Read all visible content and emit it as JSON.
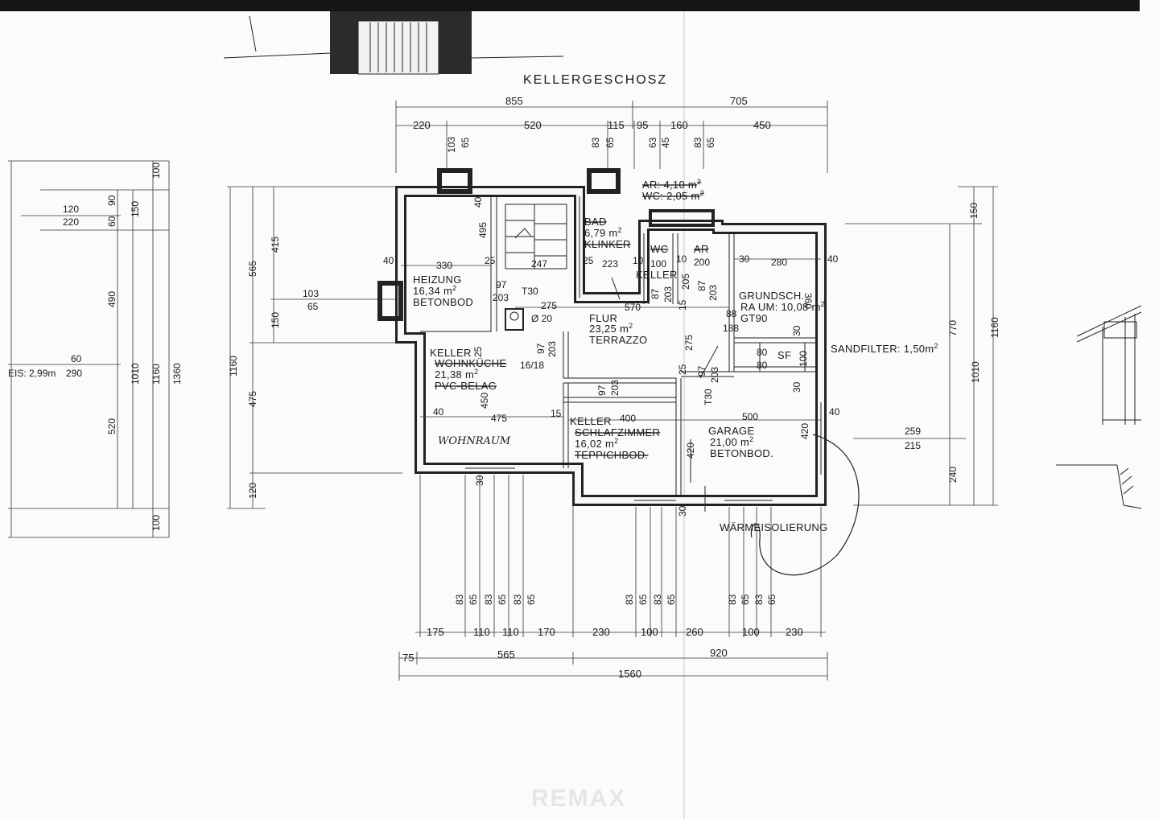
{
  "title": "KELLERGESCHOSZ",
  "watermark": "REMAX",
  "rooms": {
    "heizung": {
      "name": "HEIZUNG",
      "area": "16,34 m",
      "exp": "2",
      "floor": "BETONBOD"
    },
    "bad": {
      "name": "BAD",
      "area": "6,79 m",
      "exp": "2",
      "floor": "KLINKER"
    },
    "wc": {
      "name": "WC"
    },
    "ar": {
      "name": "AR"
    },
    "keller_small": {
      "name": "KELLER"
    },
    "ar_wc_area": {
      "line1": "AR: 4,10 m",
      "line2": "WC: 2,05 m",
      "exp": "2"
    },
    "grundsch": {
      "name": "GRUNDSCH.",
      "line2": "RA UM: 10,08 m",
      "exp": "2",
      "line3": "GT90"
    },
    "flur": {
      "name": "FLUR",
      "area": "23,25 m",
      "exp": "2",
      "floor": "TERRAZZO"
    },
    "wohnkueche": {
      "name1": "KELLER",
      "name2": "WOHNKÜCHE",
      "area": "21,38 m",
      "exp": "2",
      "floor": "PVC-BELAG",
      "hand": "WOHNRAUM"
    },
    "schlafzimmer": {
      "name1": "KELLER",
      "name2": "SCHLAFZIMMER",
      "area": "16,02 m",
      "exp": "2",
      "floor": "TEPPICHBOD."
    },
    "garage": {
      "name": "GARAGE",
      "area": "21,00 m",
      "exp": "2",
      "floor": "BETONBOD."
    },
    "sandfilter": {
      "label": "SANDFILTER: 1,50m",
      "exp": "2",
      "sf": "SF"
    },
    "waermeisolierung": "WÄRMEISOLIERUNG",
    "eis": "EIS: 2,99m"
  },
  "labels": {
    "d330": "330",
    "d40a": "40",
    "d25a": "25",
    "d495": "495",
    "d40b": "40",
    "d247": "247",
    "d25b": "25",
    "d223": "223",
    "d10a": "10",
    "d100": "100",
    "d10b": "10",
    "d200": "200",
    "d30a": "30",
    "d280": "280",
    "d40c": "40",
    "d360": "360",
    "dt30": "T30",
    "d97a": "97",
    "d203a": "203",
    "d275a": "275",
    "d570": "570",
    "d15a": "15",
    "d87a": "87",
    "d203b": "203",
    "d205": "205",
    "d87b": "87",
    "d203c": "203",
    "d88": "88",
    "d188": "188",
    "d020": "Ø 20",
    "d97b": "97",
    "d203d": "203",
    "d1618": "16/18",
    "d275b": "275",
    "d25c": "25",
    "d97c": "97",
    "d203e": "203",
    "dt30b": "T30",
    "d30b": "30",
    "d80a": "80",
    "d80b": "80",
    "d100b": "100",
    "d30c": "30",
    "d450": "450",
    "d25d": "25",
    "d40d": "40",
    "d475": "475",
    "d15b": "15",
    "d97d": "97",
    "d203f": "203",
    "d400": "400",
    "d500": "500",
    "d420a": "420",
    "d420b": "420",
    "d40e": "40",
    "d30d": "30",
    "d30e": "30",
    "d103": "103",
    "d65": "65"
  },
  "dims_top": {
    "total_left": "855",
    "total_right": "705",
    "row2": [
      "220",
      "520",
      "115",
      "95",
      "160",
      "450"
    ],
    "vert": [
      "103",
      "65",
      "83",
      "65",
      "63",
      "45",
      "83",
      "65"
    ]
  },
  "dims_bottom": {
    "row1": [
      "175",
      "110",
      "110",
      "170",
      "230",
      "100",
      "260",
      "100",
      "230"
    ],
    "row2": [
      "75",
      "565",
      "920"
    ],
    "total": "1560",
    "vert": [
      "83",
      "65",
      "83",
      "65",
      "83",
      "65",
      "83",
      "65",
      "83",
      "65",
      "83",
      "65",
      "83",
      "65"
    ]
  },
  "dims_left": {
    "outer": [
      "100",
      "90",
      "60",
      "150",
      "490",
      "1010",
      "1160",
      "1360",
      "520",
      "100"
    ],
    "notes": [
      "120",
      "220",
      "60",
      "290"
    ],
    "mid": [
      "1160",
      "565",
      "415",
      "150",
      "475",
      "120"
    ]
  },
  "dims_right": {
    "vals": [
      "150",
      "770",
      "1160",
      "1010",
      "240",
      "259",
      "215"
    ]
  }
}
